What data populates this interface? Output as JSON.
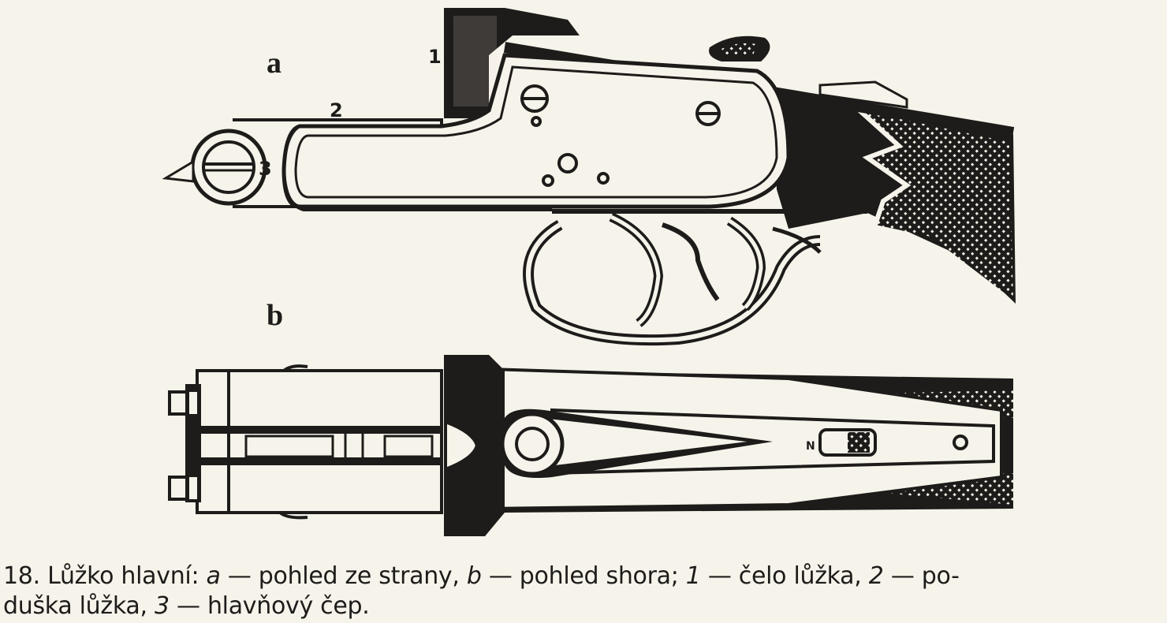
{
  "figure": {
    "view_a_label": "a",
    "view_b_label": "b",
    "part_labels": [
      "1",
      "2",
      "3"
    ],
    "safety_mark": "N"
  },
  "caption": {
    "number": "18.",
    "title": "Lůžko hlavní:",
    "a_letter": "a",
    "a_text": "— pohled ze strany,",
    "b_letter": "b",
    "b_text": "— pohled shora;",
    "p1_num": "1",
    "p1_text": "— čelo lůžka,",
    "p2_num": "2",
    "p2_text": "— po-",
    "line2_start": "duška lůžka,",
    "p3_num": "3",
    "p3_text": "— hlavňový čep."
  },
  "colors": {
    "ink": "#1e1c1a",
    "paper": "#f6f3ea"
  }
}
